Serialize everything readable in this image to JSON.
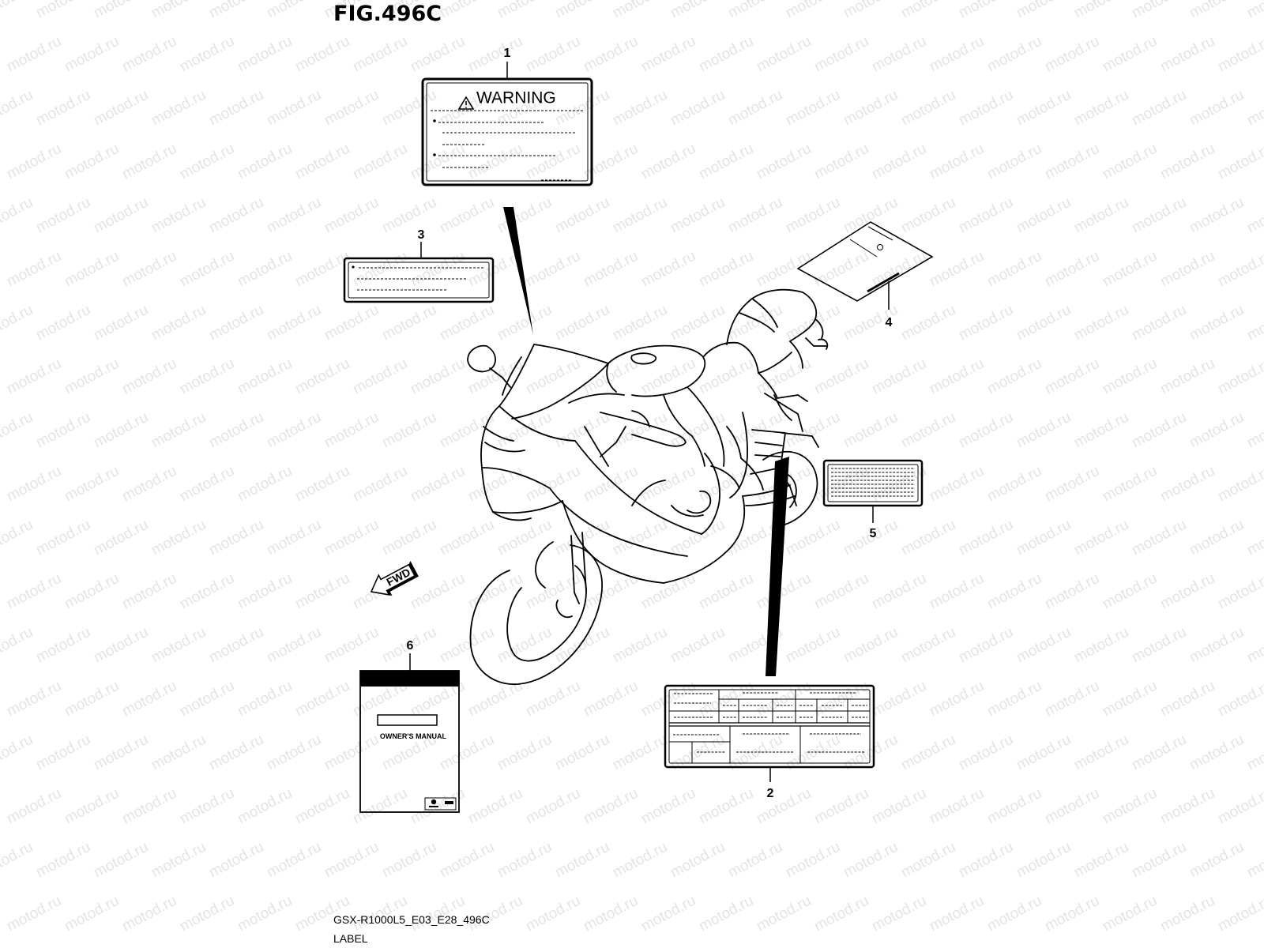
{
  "figure": {
    "title": "FIG.496C",
    "model_code": "GSX-R1000L5_E03_E28_496C",
    "group_name": "LABEL"
  },
  "callouts": [
    {
      "number": "1",
      "part": "warning-label"
    },
    {
      "number": "2",
      "part": "information-label"
    },
    {
      "number": "3",
      "part": "caution-label"
    },
    {
      "number": "4",
      "part": "info-card"
    },
    {
      "number": "5",
      "part": "tire-info-label"
    },
    {
      "number": "6",
      "part": "owners-manual"
    }
  ],
  "labels": {
    "warning_heading": "WARNING",
    "fwd_arrow": "FWD",
    "manual_title": "OWNER'S MANUAL"
  },
  "watermark": "motod.ru",
  "colors": {
    "line": "#000000",
    "background": "#ffffff",
    "watermark": "#e4e4e4"
  }
}
